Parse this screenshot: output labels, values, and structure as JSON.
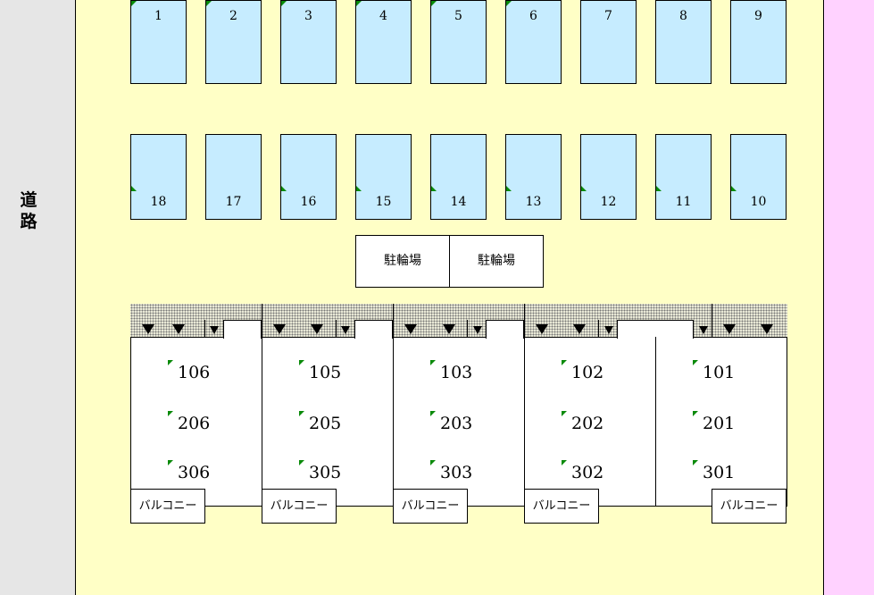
{
  "road": {
    "label": "道路"
  },
  "parking_top": [
    "1",
    "2",
    "3",
    "4",
    "5",
    "6",
    "7",
    "8",
    "9"
  ],
  "parking_bottom": [
    "18",
    "17",
    "16",
    "15",
    "14",
    "13",
    "12",
    "11",
    "10"
  ],
  "bicycle_parking": [
    "駐輪場",
    "駐輪場"
  ],
  "units": [
    {
      "rooms": [
        "106",
        "206",
        "306"
      ],
      "balcony": "バルコニー"
    },
    {
      "rooms": [
        "105",
        "205",
        "305"
      ],
      "balcony": "バルコニー"
    },
    {
      "rooms": [
        "103",
        "203",
        "303"
      ],
      "balcony": "バルコニー"
    },
    {
      "rooms": [
        "102",
        "202",
        "302"
      ],
      "balcony": "バルコニー"
    },
    {
      "rooms": [
        "101",
        "201",
        "301"
      ],
      "balcony": "バルコニー"
    }
  ],
  "colors": {
    "road": "#e6e6e6",
    "lot": "#ffffc6",
    "parking": "#c6ecff",
    "neighbor": "#ffd2ff",
    "marker": "#0a8a0a"
  }
}
